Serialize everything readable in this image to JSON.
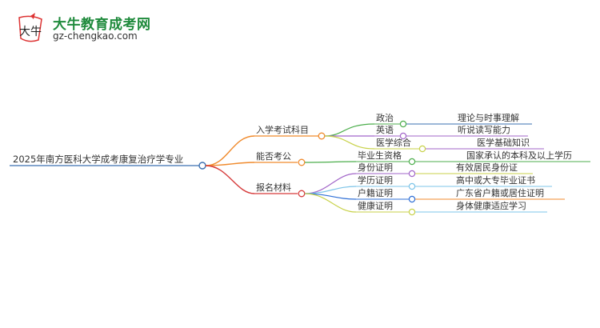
{
  "logo": {
    "title": "大牛教育成考网",
    "url": "gz-chengkao.com",
    "mark_text": "大牛"
  },
  "mindmap": {
    "root": "2025年南方医科大学成考康复治疗学专业",
    "branches": [
      {
        "label": "入学考试科目",
        "children": [
          {
            "label": "政治",
            "detail": "理论与时事理解"
          },
          {
            "label": "英语",
            "detail": "听说读写能力"
          },
          {
            "label": "医学综合",
            "detail": "医学基础知识"
          }
        ]
      },
      {
        "label": "能否考公",
        "children": [
          {
            "label": "毕业生资格",
            "detail": "国家承认的本科及以上学历"
          }
        ]
      },
      {
        "label": "报名材料",
        "children": [
          {
            "label": "身份证明",
            "detail": "有效居民身份证"
          },
          {
            "label": "学历证明",
            "detail": "高中或大专毕业证书"
          },
          {
            "label": "户籍证明",
            "detail": "广东省户籍或居住证明"
          },
          {
            "label": "健康证明",
            "detail": "身体健康适应学习"
          }
        ]
      }
    ]
  },
  "colors": {
    "root": "#3a6fb0",
    "branch1": "#f08a2c",
    "branch2": "#f08a2c",
    "branch3": "#d63b3b",
    "politics": "#4cae4c",
    "english": "#a266c9",
    "medical": "#c8d24a",
    "grad": "#4cae4c",
    "id": "#a266c9",
    "edu": "#7cc4e8",
    "hukou": "#2f6fd6",
    "health": "#c8d24a",
    "logo_green": "#1f8a3c"
  }
}
